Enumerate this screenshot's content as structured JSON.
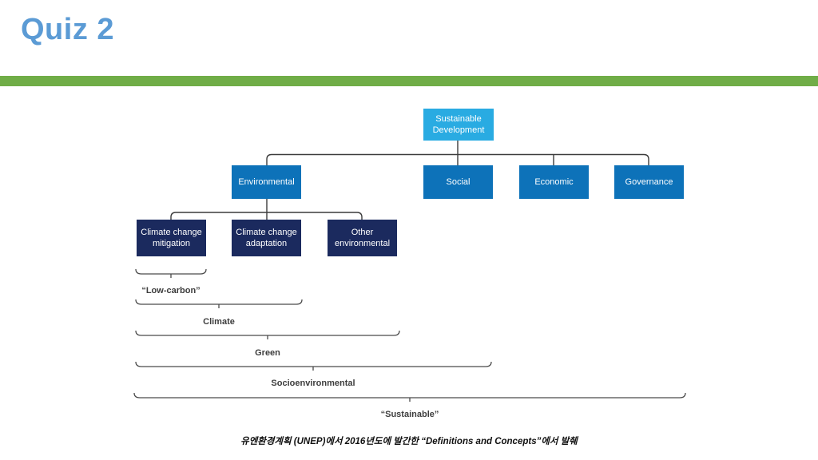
{
  "slide": {
    "title": "Quiz 2",
    "title_color": "#5B9BD5",
    "divider_color": "#70AD47",
    "background_color": "#FFFFFF"
  },
  "chart_data": {
    "type": "table",
    "title": "Sustainable Development concept hierarchy",
    "hierarchy": {
      "root": "Sustainable Development",
      "children": [
        {
          "label": "Environmental",
          "children": [
            "Climate change mitigation",
            "Climate change adaptation",
            "Other environmental"
          ]
        },
        {
          "label": "Social",
          "children": []
        },
        {
          "label": "Economic",
          "children": []
        },
        {
          "label": "Governance",
          "children": []
        }
      ]
    },
    "scope_brackets": [
      {
        "label": "“Low-carbon”",
        "covers": [
          "Climate change mitigation"
        ]
      },
      {
        "label": "Climate",
        "covers": [
          "Climate change mitigation",
          "Climate change adaptation"
        ]
      },
      {
        "label": "Green",
        "covers": [
          "Climate change mitigation",
          "Climate change adaptation",
          "Other environmental"
        ]
      },
      {
        "label": "Socioenvironmental",
        "covers": [
          "Environmental",
          "Social"
        ]
      },
      {
        "label": "“Sustainable”",
        "covers": [
          "Environmental",
          "Social",
          "Economic",
          "Governance"
        ]
      }
    ]
  },
  "diagram": {
    "root": {
      "label": "Sustainable Development",
      "color": "#29ABE2"
    },
    "level2_color": "#0D72B9",
    "level2": [
      {
        "label": "Environmental"
      },
      {
        "label": "Social"
      },
      {
        "label": "Economic"
      },
      {
        "label": "Governance"
      }
    ],
    "level3_color": "#1B2A5E",
    "level3": [
      {
        "label": "Climate change mitigation"
      },
      {
        "label": "Climate change adaptation"
      },
      {
        "label": "Other environmental"
      }
    ],
    "brackets": [
      {
        "label": "“Low-carbon”"
      },
      {
        "label": "Climate"
      },
      {
        "label": "Green"
      },
      {
        "label": "Socioenvironmental"
      },
      {
        "label": "“Sustainable”"
      }
    ],
    "line_color": "#3C3C3C"
  },
  "footer": {
    "source_text": "유엔환경계획 (UNEP)에서 2016년도에 발간한 “Definitions and Concepts”에서 발췌"
  }
}
